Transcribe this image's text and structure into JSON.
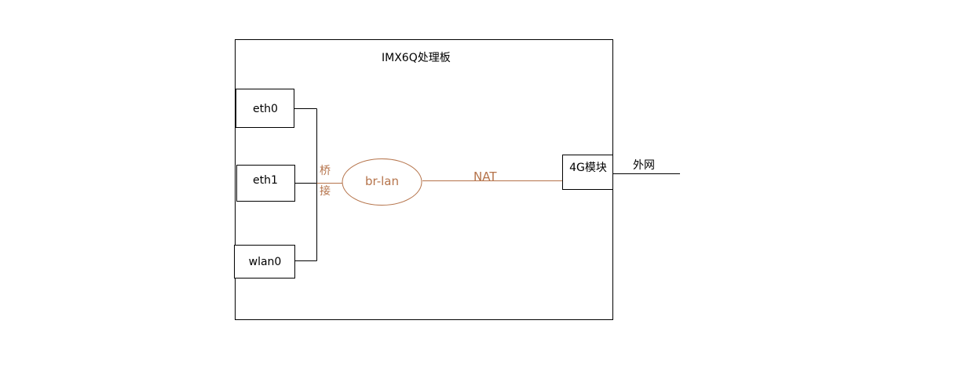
{
  "board": {
    "title": "IMX6Q处理板"
  },
  "ports": {
    "eth0": "eth0",
    "eth1": "eth1",
    "wlan0": "wlan0"
  },
  "bridge": {
    "label_char_1": "桥",
    "label_char_2": "接",
    "node_label": "br-lan"
  },
  "nat": {
    "label": "NAT"
  },
  "module": {
    "label": "4G模块"
  },
  "wan": {
    "label": "外网"
  },
  "colors": {
    "line": "#000000",
    "accent": "#b5734a",
    "background": "#ffffff"
  }
}
